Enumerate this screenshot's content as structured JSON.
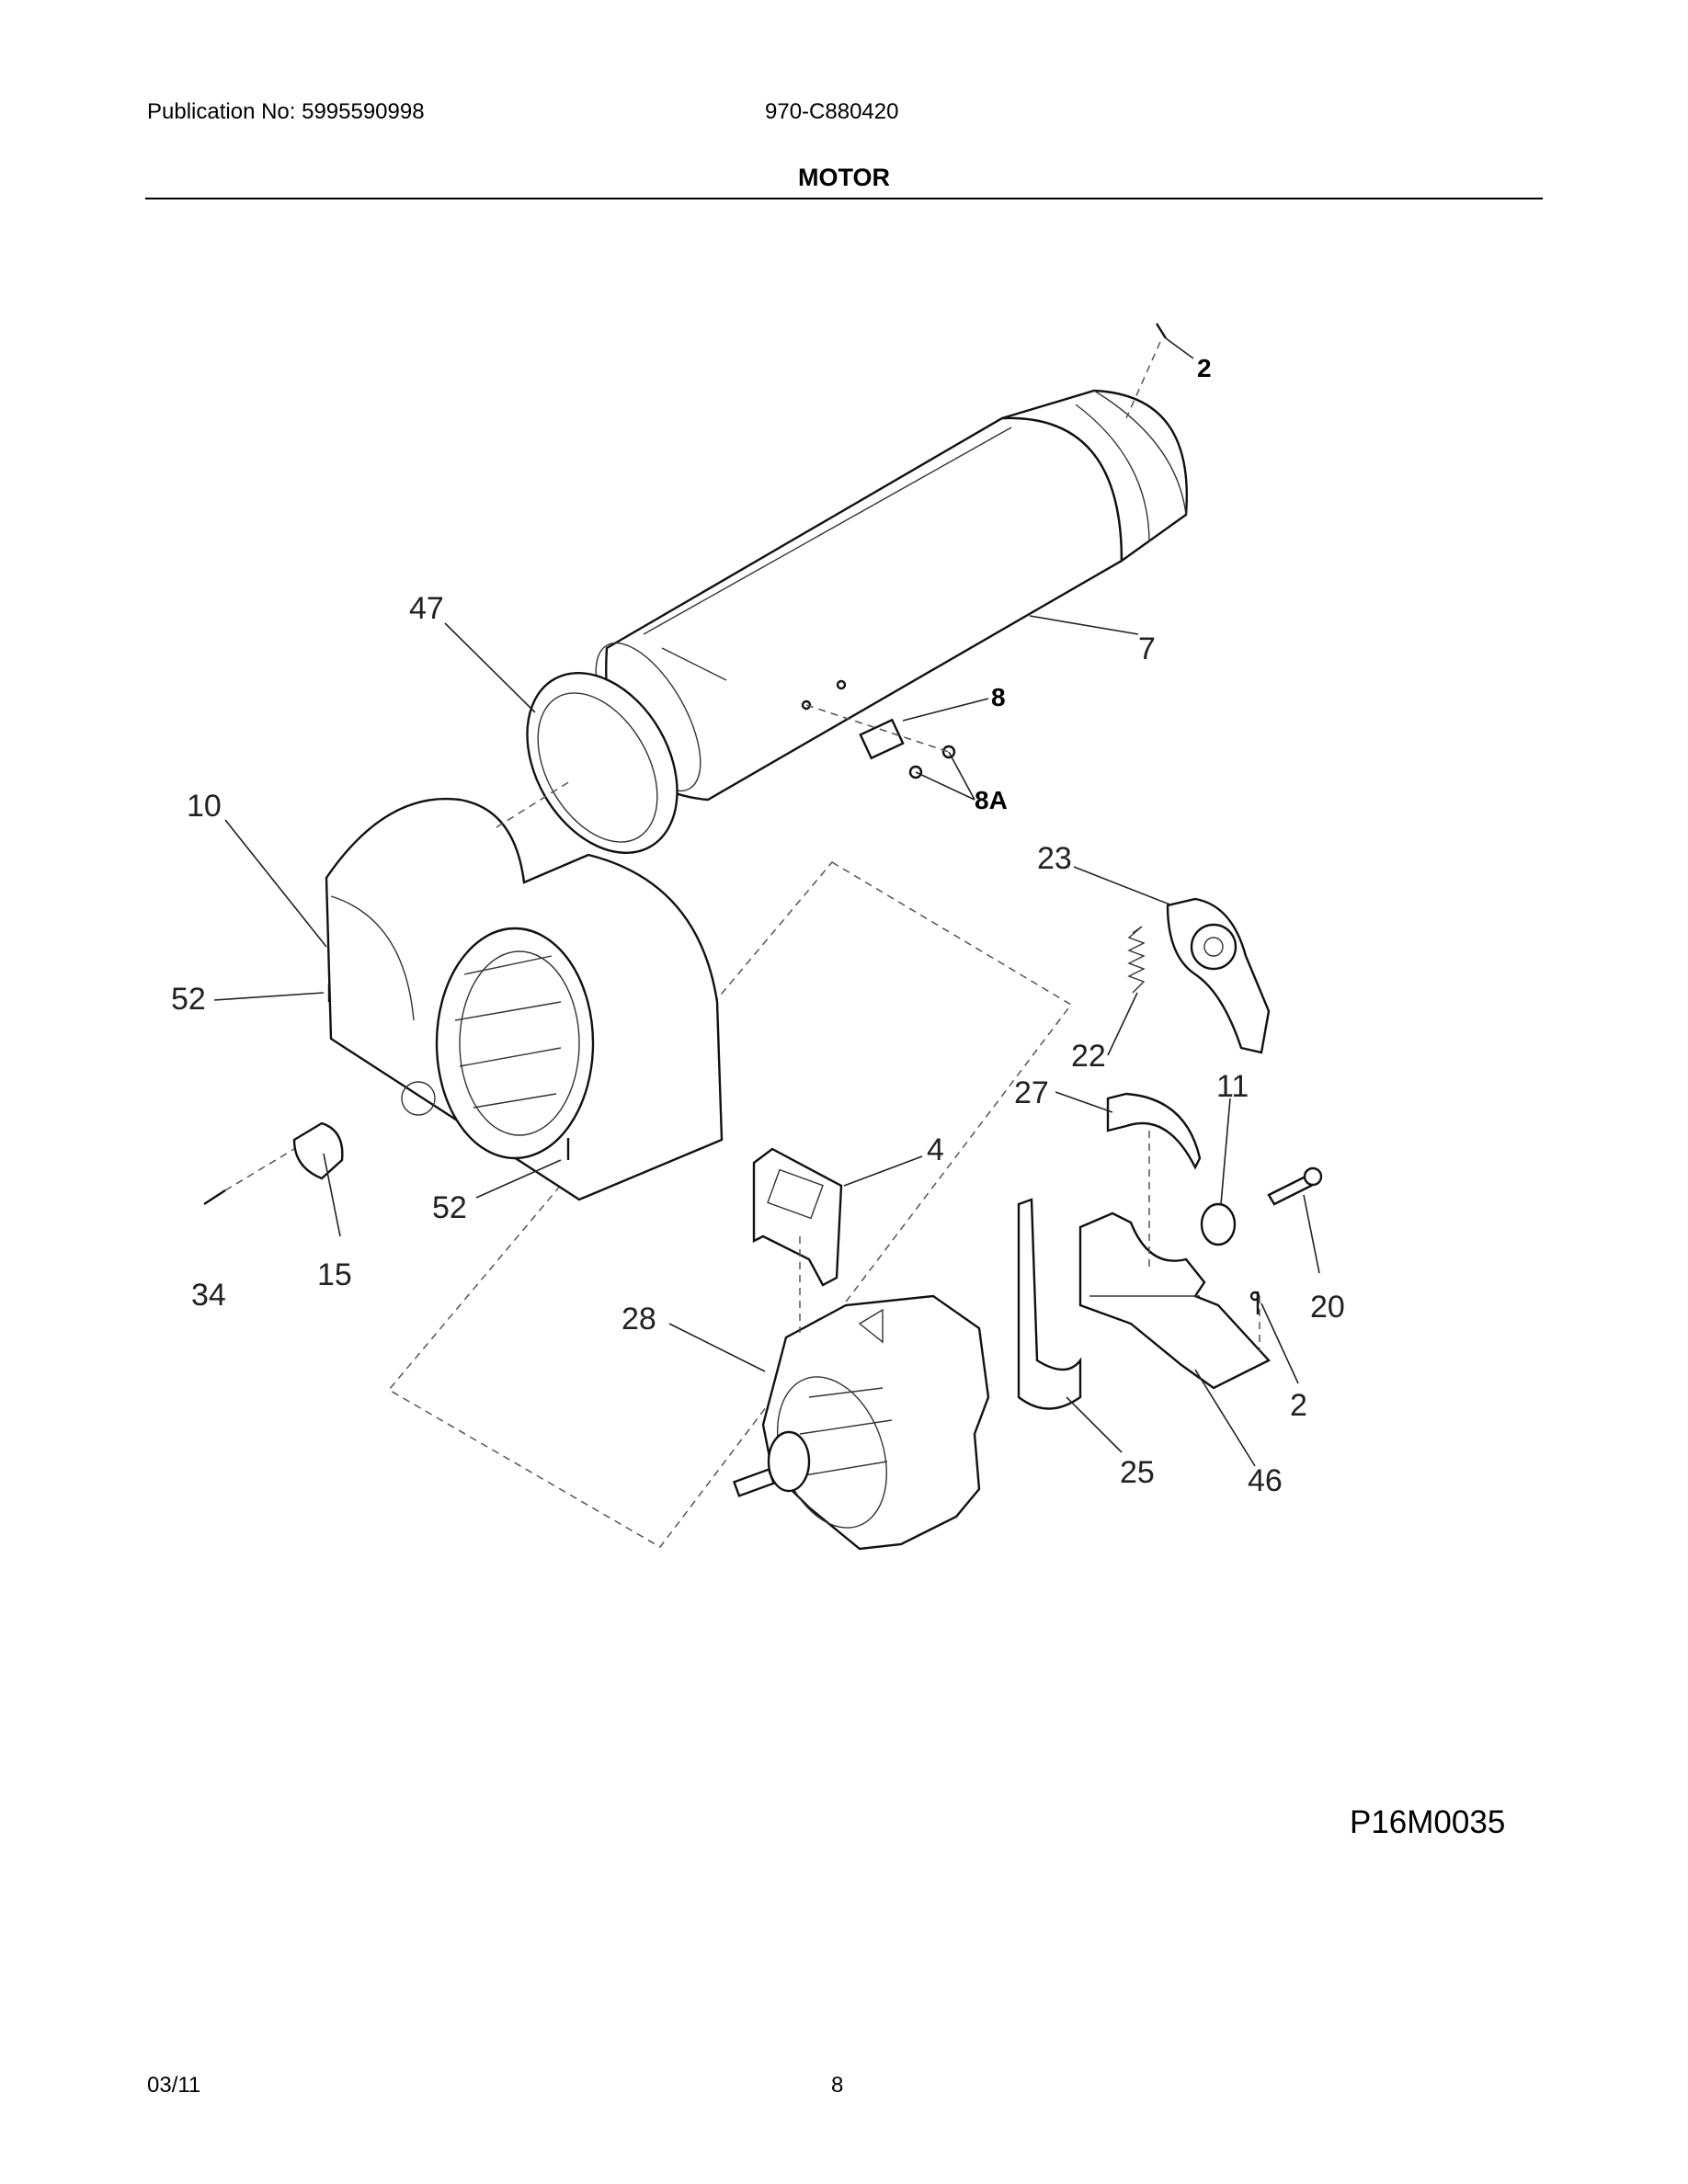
{
  "header": {
    "publication": "Publication No: 5995590998",
    "model": "970-C880420",
    "title": "MOTOR"
  },
  "footer": {
    "date": "03/11",
    "page": "8",
    "drawing_code": "P16M0035"
  },
  "callouts": {
    "c2_top": "2",
    "c47": "47",
    "c7": "7",
    "c8": "8",
    "c8a": "8A",
    "c10": "10",
    "c23": "23",
    "c52_left": "52",
    "c22": "22",
    "c27": "27",
    "c11": "11",
    "c4": "4",
    "c52_bottom": "52",
    "c34": "34",
    "c15": "15",
    "c20": "20",
    "c28": "28",
    "c2_bottom": "2",
    "c25": "25",
    "c46": "46"
  }
}
